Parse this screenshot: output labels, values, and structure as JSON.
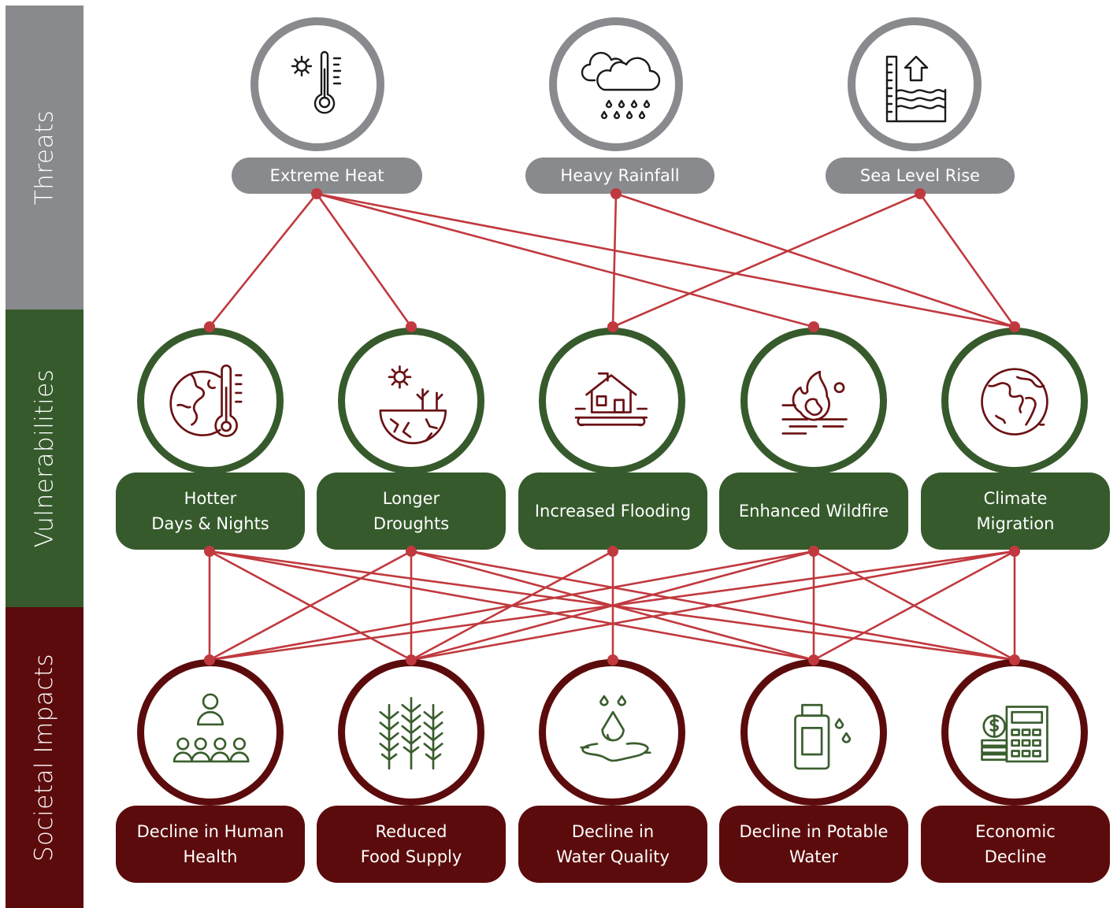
{
  "colors": {
    "threat_gray": "#898a8d",
    "vulnerability_green": "#365a2c",
    "impact_maroon": "#5c0b0c",
    "link_red": "#c0393e",
    "icon_dark": "#1a1a1a",
    "icon_maroon": "#6a1214",
    "icon_green": "#3a5e2e"
  },
  "bands": {
    "threats": "Threats",
    "vulnerabilities": "Vulnerabilities",
    "impacts": "Societal Impacts"
  },
  "threats": [
    {
      "id": "extreme-heat",
      "label": "Extreme Heat",
      "icon": "sun-thermometer-icon"
    },
    {
      "id": "heavy-rainfall",
      "label": "Heavy Rainfall",
      "icon": "rain-cloud-icon"
    },
    {
      "id": "sea-level-rise",
      "label": "Sea Level Rise",
      "icon": "sea-level-gauge-icon"
    }
  ],
  "vulnerabilities": [
    {
      "id": "hotter-days",
      "label": "Hotter\nDays & Nights",
      "icon": "globe-thermometer-icon"
    },
    {
      "id": "longer-droughts",
      "label": "Longer\nDroughts",
      "icon": "drought-icon"
    },
    {
      "id": "increased-flooding",
      "label": "Increased Flooding",
      "icon": "flooded-house-icon"
    },
    {
      "id": "enhanced-wildfire",
      "label": "Enhanced Wildfire",
      "icon": "wildfire-icon"
    },
    {
      "id": "climate-migration",
      "label": "Climate\nMigration",
      "icon": "globe-icon"
    }
  ],
  "impacts": [
    {
      "id": "human-health",
      "label": "Decline in Human\nHealth",
      "icon": "people-icon"
    },
    {
      "id": "food-supply",
      "label": "Reduced\nFood Supply",
      "icon": "wheat-icon"
    },
    {
      "id": "water-quality",
      "label": "Decline in\nWater Quality",
      "icon": "water-drop-icon"
    },
    {
      "id": "potable-water",
      "label": "Decline in Potable\nWater",
      "icon": "water-bottle-icon"
    },
    {
      "id": "economic-decline",
      "label": "Economic\nDecline",
      "icon": "coins-calculator-icon"
    }
  ],
  "threat_links": [
    [
      "extreme-heat",
      "hotter-days"
    ],
    [
      "extreme-heat",
      "longer-droughts"
    ],
    [
      "extreme-heat",
      "enhanced-wildfire"
    ],
    [
      "extreme-heat",
      "climate-migration"
    ],
    [
      "heavy-rainfall",
      "increased-flooding"
    ],
    [
      "heavy-rainfall",
      "climate-migration"
    ],
    [
      "sea-level-rise",
      "increased-flooding"
    ],
    [
      "sea-level-rise",
      "climate-migration"
    ]
  ],
  "impact_links": [
    [
      "hotter-days",
      "human-health"
    ],
    [
      "hotter-days",
      "food-supply"
    ],
    [
      "hotter-days",
      "potable-water"
    ],
    [
      "hotter-days",
      "economic-decline"
    ],
    [
      "longer-droughts",
      "human-health"
    ],
    [
      "longer-droughts",
      "food-supply"
    ],
    [
      "longer-droughts",
      "potable-water"
    ],
    [
      "longer-droughts",
      "economic-decline"
    ],
    [
      "increased-flooding",
      "food-supply"
    ],
    [
      "increased-flooding",
      "water-quality"
    ],
    [
      "enhanced-wildfire",
      "human-health"
    ],
    [
      "enhanced-wildfire",
      "food-supply"
    ],
    [
      "enhanced-wildfire",
      "potable-water"
    ],
    [
      "enhanced-wildfire",
      "economic-decline"
    ],
    [
      "climate-migration",
      "human-health"
    ],
    [
      "climate-migration",
      "food-supply"
    ],
    [
      "climate-migration",
      "potable-water"
    ],
    [
      "climate-migration",
      "economic-decline"
    ]
  ]
}
